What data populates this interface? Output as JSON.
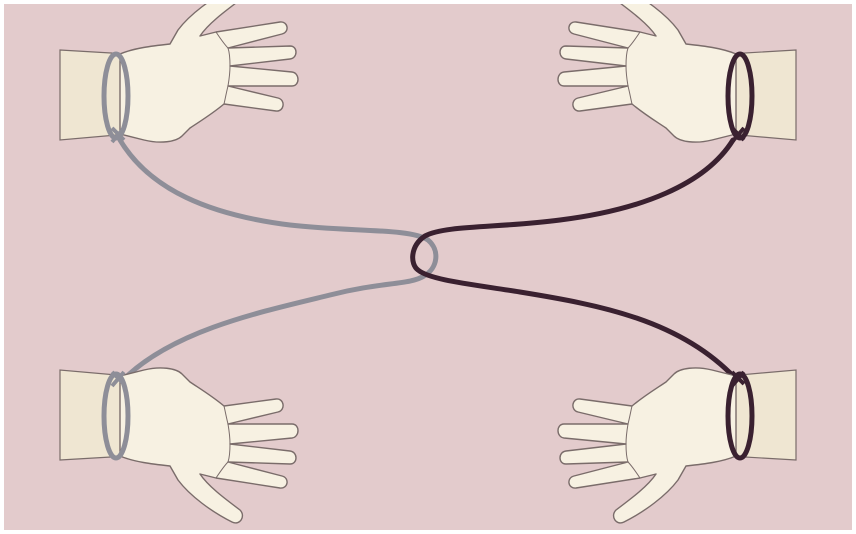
{
  "illustration": {
    "colors": {
      "background": "#e3cbcc",
      "frame": "#ffffff",
      "skin": "#f7f1e2",
      "skin_outline": "#7a6c6a",
      "forearm_shade": "#efe6d2",
      "rope_light": "#8e8e98",
      "rope_dark": "#3a2130"
    },
    "hands": [
      {
        "id": "top-left",
        "rope": "rope_light"
      },
      {
        "id": "top-right",
        "rope": "rope_dark"
      },
      {
        "id": "bottom-left",
        "rope": "rope_light"
      },
      {
        "id": "bottom-right",
        "rope": "rope_dark"
      }
    ],
    "ropes": [
      {
        "id": "light-rope",
        "color": "rope_light",
        "connects": [
          "top-left",
          "bottom-left"
        ]
      },
      {
        "id": "dark-rope",
        "color": "rope_dark",
        "connects": [
          "top-right",
          "bottom-right"
        ]
      }
    ]
  }
}
